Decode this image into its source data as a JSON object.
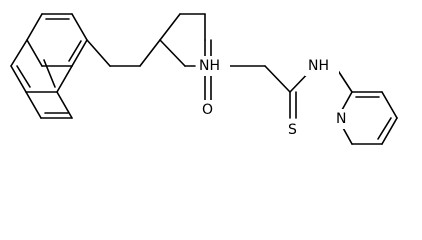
{
  "molecule": {
    "atom_labels": {
      "amide_nh": "NH",
      "amide_o": "O",
      "thio_nh": "NH",
      "thio_s": "S",
      "pyridine_n": "N"
    }
  }
}
